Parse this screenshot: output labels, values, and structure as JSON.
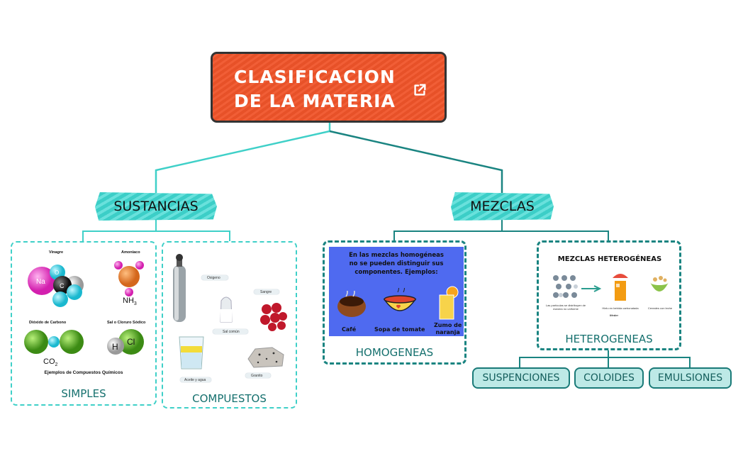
{
  "title": {
    "line1": "CLASIFICACION",
    "line2": "DE LA MATERIA"
  },
  "nodes": {
    "sustancias": "SUSTANCIAS",
    "mezclas": "MEZCLAS",
    "simples": "SIMPLES",
    "compuestos": "COMPUESTOS",
    "homogeneas": "HOMOGENEAS",
    "heterogeneas": "HETEROGENEAS",
    "suspenciones": "SUSPENCIONES",
    "coloides": "COLOIDES",
    "emulsiones": "EMULSIONES"
  },
  "simples_image": {
    "vinagre": "Vinagre",
    "amoniaco": "Amoníaco",
    "nh3": "NH",
    "nh3_sub": "3",
    "dioxido": "Dióxido de Carbono",
    "co2": "CO",
    "co2_sub": "2",
    "sal": "Sal o Cloruro Sódico",
    "h": "H",
    "cl": "Cl",
    "na": "Na",
    "o": "O",
    "c": "C",
    "caption": "Ejemplos de Compuestos Químicos"
  },
  "compuestos_image": {
    "oxigeno": "Oxigeno",
    "sal_comun": "Sal común",
    "sangre": "Sangre",
    "aceite_agua": "Aceite y agua",
    "granito": "Granito"
  },
  "homogeneas_image": {
    "text": "En las mezclas homogéneas\nno se pueden distinguir sus\ncomponentes. Ejemplos:",
    "cafe": "Café",
    "sopa": "Sopa de tomate",
    "zumo": "Zumo de\nnaranja"
  },
  "heterogeneas_image": {
    "title": "MEZCLAS HETEROGÉNEAS",
    "cap1": "Las partículas se distribuyen de manera no uniforme",
    "cap2": "Hielo en bebida carbonatada",
    "cap3": "Cereales con leche",
    "logo": "lifeder"
  },
  "colors": {
    "title_bg": "#f0542a",
    "tag_bg": "#3fd9d2",
    "line_light": "#3fd0c8",
    "line_dark": "#1a8481",
    "homog_bg": "#4f6af0"
  }
}
